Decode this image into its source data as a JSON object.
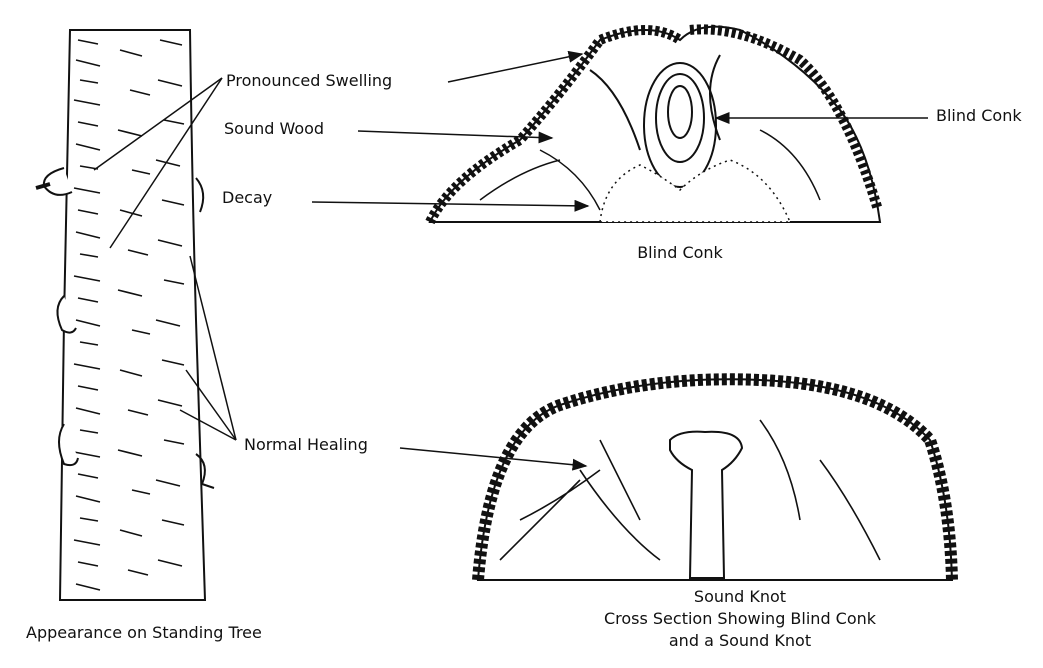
{
  "labels": {
    "pronounced_swelling": "Pronounced Swelling",
    "sound_wood": "Sound Wood",
    "decay": "Decay",
    "blind_conk": "Blind Conk",
    "normal_healing": "Normal Healing"
  },
  "captions": {
    "standing_tree": "Appearance on Standing Tree",
    "blind_conk": "Blind Conk",
    "sound_knot_line1": "Sound Knot",
    "sound_knot_line2": "Cross Section Showing Blind Conk",
    "sound_knot_line3": "and a Sound Knot"
  },
  "colors": {
    "ink": "#111111",
    "paper": "#ffffff"
  }
}
